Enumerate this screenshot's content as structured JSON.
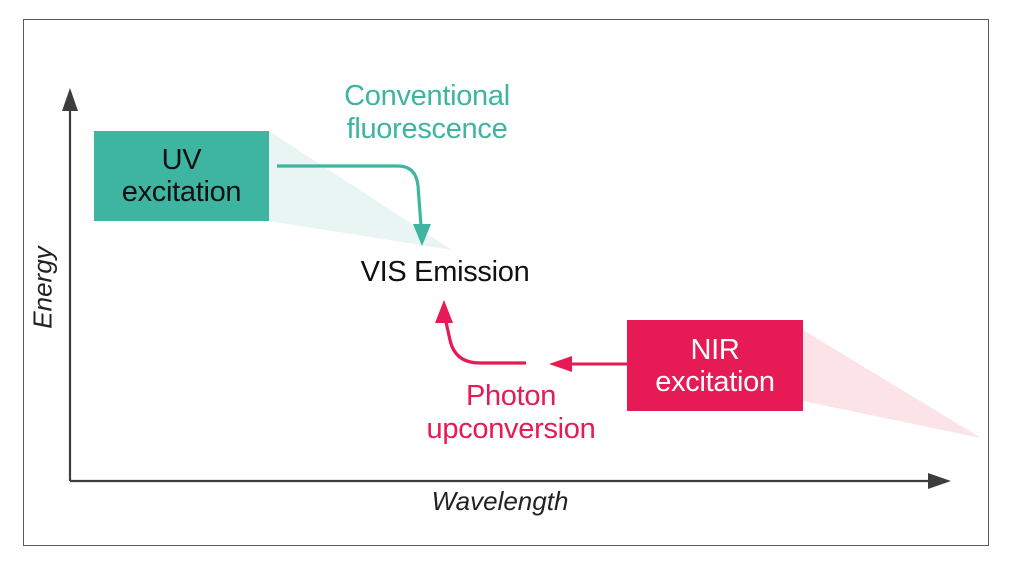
{
  "diagram": {
    "title": "Conventional fluorescence vs photon upconversion",
    "axes": {
      "x_label": "Wavelength",
      "y_label": "Energy"
    },
    "nodes": {
      "uv_excitation": {
        "line1": "UV",
        "line2": "excitation"
      },
      "nir_excitation": {
        "line1": "NIR",
        "line2": "excitation"
      },
      "vis_emission": "VIS Emission"
    },
    "processes": {
      "conventional": {
        "line1": "Conventional",
        "line2": "fluorescence"
      },
      "upconversion": {
        "line1": "Photon",
        "line2": "upconversion"
      }
    },
    "colors": {
      "teal": "#3DB5A0",
      "teal_light": "#E9F5F3",
      "crimson": "#E61A54",
      "crimson_light": "#FBE3E8",
      "axis": "#3d3d3d"
    }
  }
}
